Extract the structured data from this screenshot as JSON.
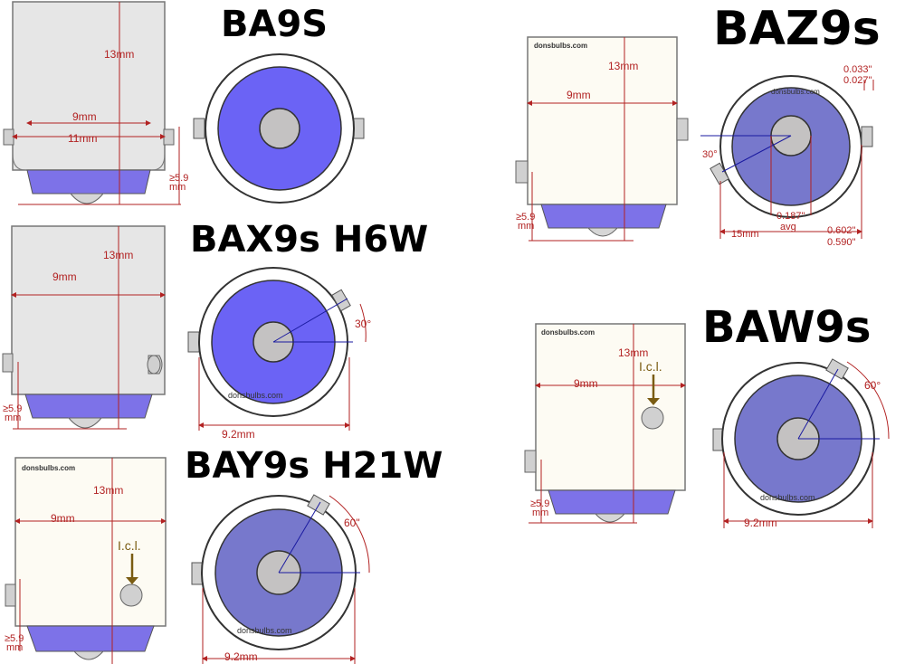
{
  "diagrams": [
    {
      "id": "ba9s",
      "title": "BA9S",
      "dims": {
        "height": "13mm",
        "width": "9mm",
        "collar": "11mm",
        "pin_height_1": "≥5.9",
        "pin_height_2": "mm"
      }
    },
    {
      "id": "bax9s",
      "title": "BAX9s H6W",
      "dims": {
        "height": "13mm",
        "width": "9mm",
        "pin_height_1": "≥5.9",
        "pin_height_2": "mm",
        "angle": "30°",
        "diameter": "9.2mm",
        "watermark": "donsbulbs.com"
      }
    },
    {
      "id": "bay9s",
      "title": "BAY9s H21W",
      "dims": {
        "height": "13mm",
        "width": "9mm",
        "pin_height_1": "≥5.9",
        "pin_height_2": "mm",
        "angle": "60\"",
        "diameter": "9.2mm",
        "watermark": "donsbulbs.com",
        "icl": "I.c.l."
      }
    },
    {
      "id": "baz9s",
      "title": "BAZ9s",
      "dims": {
        "height": "13mm",
        "width": "9mm",
        "pin_height_1": "≥5.9",
        "pin_height_2": "mm",
        "angle": "30°",
        "tol_a": "0.033\"",
        "tol_b": "0.027\"",
        "offset_a": "0.187\"",
        "offset_b": "avg",
        "span": "15mm",
        "dia_a": "0.602\"",
        "dia_b": "0.590\"",
        "watermark": "donsbulbs.com"
      }
    },
    {
      "id": "baw9s",
      "title": "BAW9s",
      "dims": {
        "height": "13mm",
        "width": "9mm",
        "pin_height_1": "≥5.9",
        "pin_height_2": "mm",
        "angle": "60°",
        "diameter": "9.2mm",
        "watermark": "donsbulbs.com",
        "icl": "I.c.l."
      }
    }
  ],
  "colors": {
    "body_gray": "#e6e6e6",
    "body_cream": "#fdfbf3",
    "base_blue": "#7d72e8",
    "disk_blue": "#6b63f5",
    "disk_lavender": "#7778cc",
    "center": "#c4c2c2",
    "dim_red": "#b22222",
    "dim_blue": "#1a1aa0",
    "arrow_brown": "#7a5c12"
  }
}
